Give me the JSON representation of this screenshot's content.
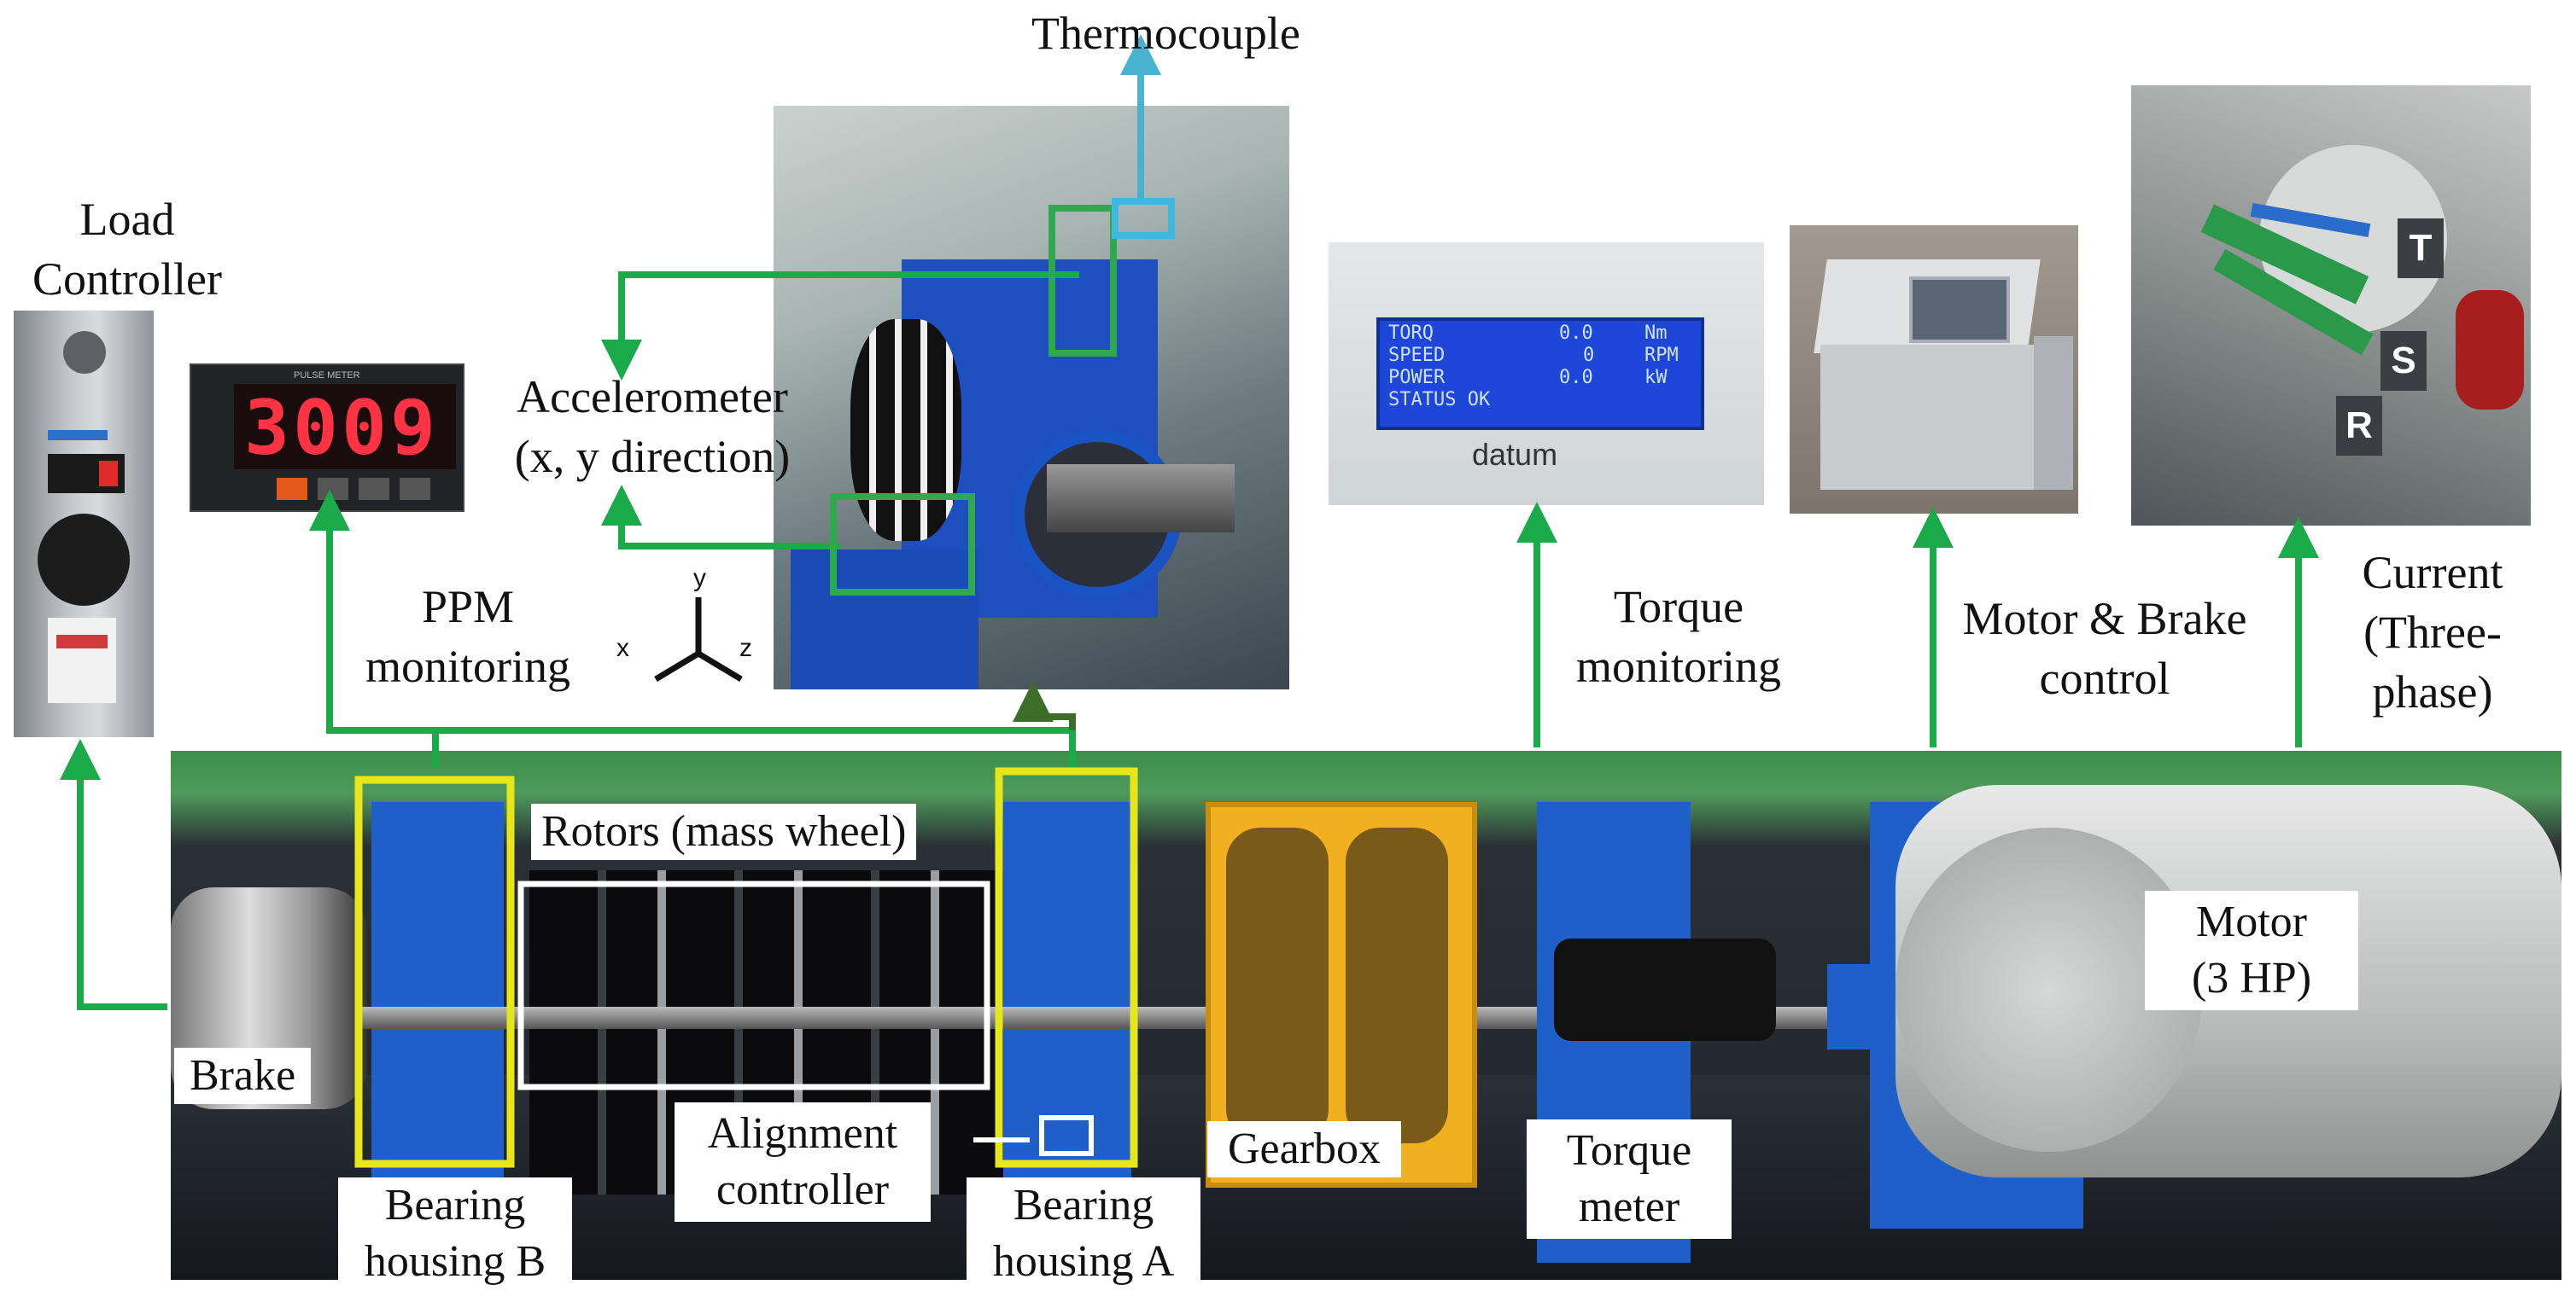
{
  "labels": {
    "thermocouple": "Thermocouple",
    "load_controller_1": "Load",
    "load_controller_2": "Controller",
    "accelerometer_1": "Accelerometer",
    "accelerometer_2": "(x, y direction)",
    "ppm_1": "PPM",
    "ppm_2": "monitoring",
    "torque_mon_1": "Torque",
    "torque_mon_2": "monitoring",
    "motor_brake_1": "Motor & Brake",
    "motor_brake_2": "control",
    "current_1": "Current",
    "current_2": "(Three-",
    "current_3": "phase)",
    "rotors": "Rotors (mass wheel)",
    "motor_1": "Motor",
    "motor_2": "(3 HP)",
    "brake": "Brake",
    "alignment_1": "Alignment",
    "alignment_2": "controller",
    "gearbox": "Gearbox",
    "torque_meter_1": "Torque",
    "torque_meter_2": "meter",
    "bearing_b_1": "Bearing",
    "bearing_b_2": "housing B",
    "bearing_a_1": "Bearing",
    "bearing_a_2": "housing A"
  },
  "axes": {
    "x": "x",
    "y": "y",
    "z": "z"
  },
  "ppm_display": {
    "value": "3009",
    "header": "PULSE METER"
  },
  "torque_display": {
    "rows": [
      {
        "name": "TORQ",
        "value": "0.0",
        "unit": "Nm"
      },
      {
        "name": "SPEED",
        "value": "0",
        "unit": "RPM"
      },
      {
        "name": "POWER",
        "value": "0.0",
        "unit": "kW"
      }
    ],
    "status": "STATUS OK",
    "brand": "datum"
  },
  "phase_tags": {
    "t": "T",
    "s": "S",
    "r": "R"
  },
  "colors": {
    "green_arrow": "#1aaa4a",
    "dark_green_line": "#3c6e2a",
    "cyan_arrow": "#49b3cf",
    "highlight_green": "#2fa84f",
    "highlight_yellow": "#e6e61a",
    "highlight_cyan": "#40b8e0",
    "machine_blue": "#1f5fc9",
    "lcd_blue": "#1e46d8"
  }
}
